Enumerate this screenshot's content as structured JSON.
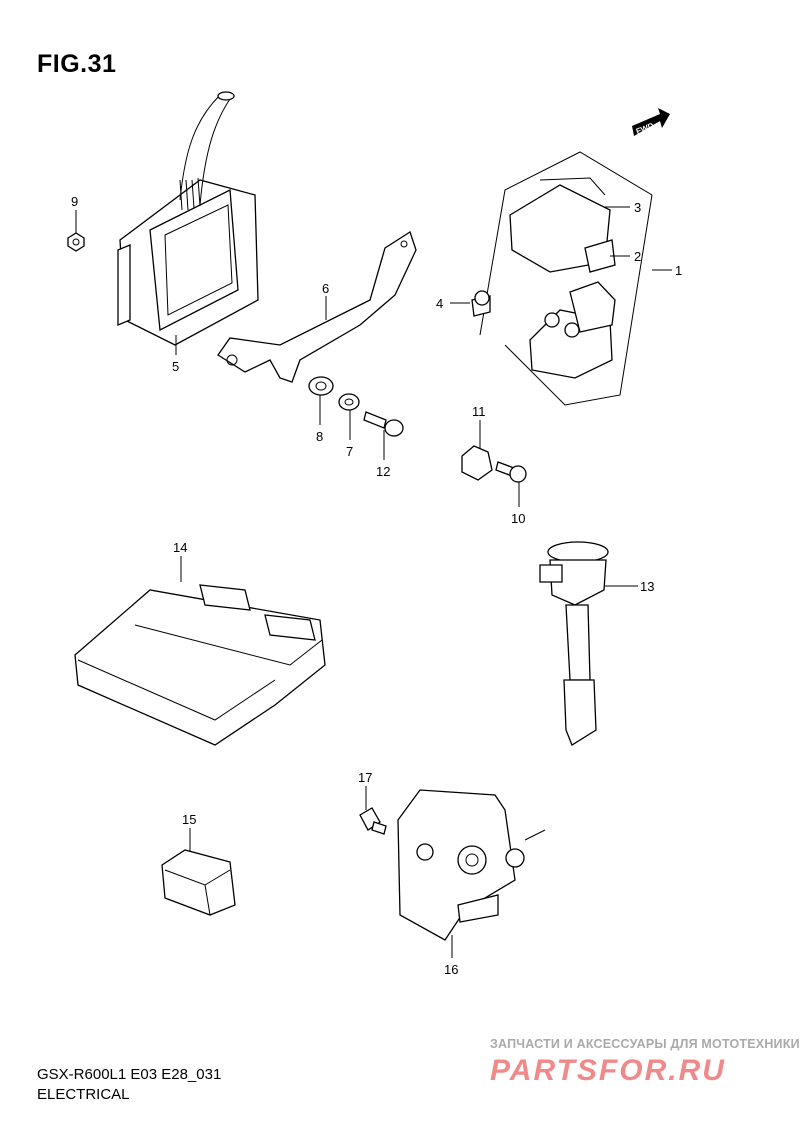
{
  "figure_title": "FIG.31",
  "model_code": "GSX-R600L1 E03 E28_031",
  "section_name": "ELECTRICAL",
  "fwd_badge": "FWD",
  "watermark": {
    "tagline": "ЗАПЧАСТИ И АКСЕССУАРЫ ДЛЯ МОТОТЕХНИКИ",
    "logo": "PARTSFOR.RU",
    "color": "#f08a8a"
  },
  "callouts": [
    "1",
    "2",
    "3",
    "4",
    "5",
    "6",
    "7",
    "8",
    "9",
    "10",
    "11",
    "12",
    "13",
    "14",
    "15",
    "16",
    "17"
  ]
}
